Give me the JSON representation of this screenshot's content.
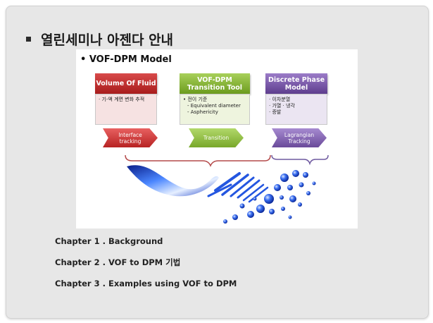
{
  "slide": {
    "title": "열린세미나 아젠다 안내"
  },
  "figure": {
    "heading": "• VOF-DPM Model",
    "columns": [
      {
        "header": "Volume Of Fluid",
        "lines": [
          "·  기-액 계면  변화 추적"
        ],
        "arrow": "Interface\ntracking"
      },
      {
        "header": "VOF-DPM\nTransition Tool",
        "lines": [
          "• 전이 기준",
          "- Equivalent diameter",
          "- Asphericity"
        ],
        "arrow": "Transition"
      },
      {
        "header": "Discrete Phase\nModel",
        "lines": [
          "· 이차분열",
          "· 가열 · 냉각",
          "· 증발"
        ],
        "arrow": "Lagrangian\nTracking"
      }
    ]
  },
  "chapters": [
    "Chapter 1 . Background",
    "Chapter 2 . VOF to DPM 기법",
    "Chapter 3 . Examples using VOF to DPM"
  ],
  "colors": {
    "vof": "#c0282e",
    "transition": "#84b030",
    "dpm": "#6f4b9e",
    "bracket_red": "#b44a4a",
    "bracket_purple": "#6f5aa0",
    "droplet": "#1e4fd8"
  }
}
